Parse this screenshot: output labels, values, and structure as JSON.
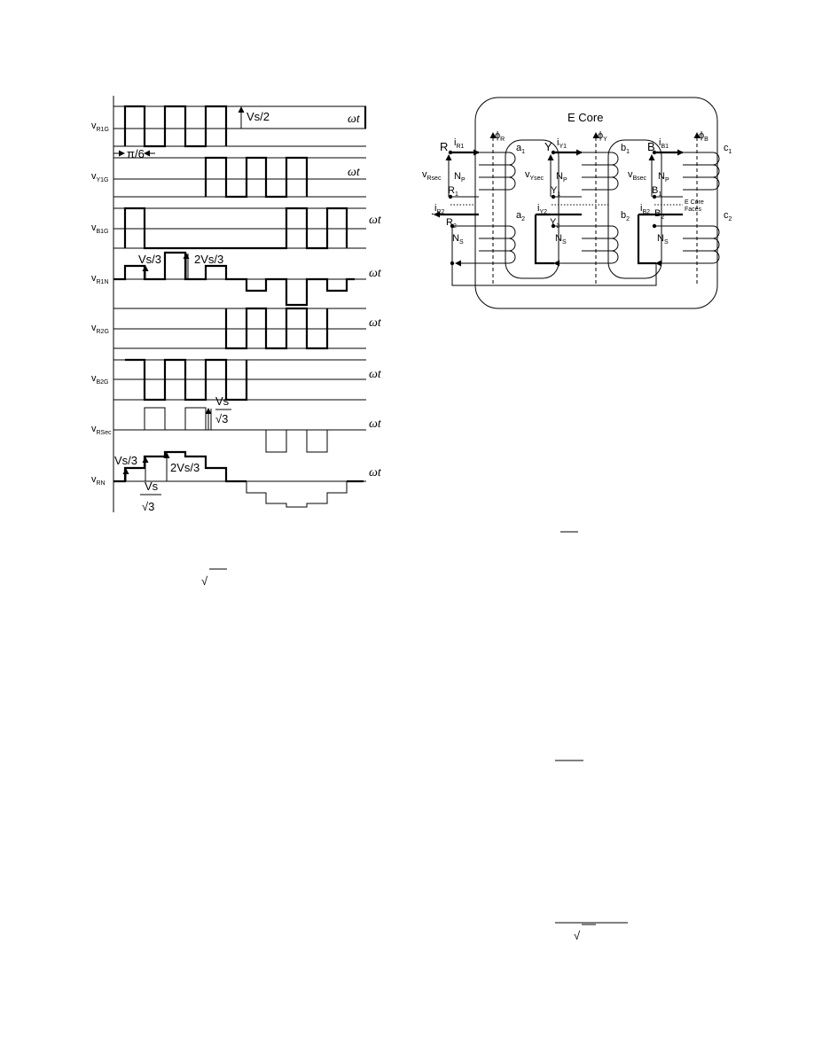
{
  "waveform_figure": {
    "omega_t": "ωt",
    "signals": [
      {
        "main": "v",
        "sub": "R1G"
      },
      {
        "main": "v",
        "sub": "Y1G"
      },
      {
        "main": "v",
        "sub": "B1G"
      },
      {
        "main": "v",
        "sub": "R1N"
      },
      {
        "main": "v",
        "sub": "R2G"
      },
      {
        "main": "v",
        "sub": "B2G"
      },
      {
        "main": "v",
        "sub": "RSec"
      },
      {
        "main": "v",
        "sub": "RN"
      }
    ],
    "annotations": {
      "vs_half": "Vs/2",
      "pi_six": "π/6",
      "vs_third": "Vs/3",
      "two_vs_third": "2Vs/3",
      "vs": "Vs",
      "sqrt3": "√3"
    }
  },
  "transformer_figure": {
    "title": "E Core",
    "core_faces": [
      "E Core",
      "Faces"
    ],
    "phases": [
      {
        "terminal": "R",
        "current_in": "i",
        "current_in_sub": "R1",
        "flux": "ϕ",
        "flux_sub": "R",
        "wind_top": "a",
        "wind_top_sub": "1",
        "vsec": "v",
        "vsec_sub": "Rsec",
        "np": "N",
        "np_sub": "P",
        "end": "R",
        "end_sub": "1",
        "current_out": "i",
        "current_out_sub": "R2",
        "t2": "R",
        "t2_sub": "2",
        "wind_bot": "a",
        "wind_bot_sub": "2",
        "ns": "N",
        "ns_sub": "S"
      },
      {
        "terminal": "Y",
        "current_in": "i",
        "current_in_sub": "Y1",
        "flux": "ϕ",
        "flux_sub": "Y",
        "wind_top": "b",
        "wind_top_sub": "1",
        "vsec": "v",
        "vsec_sub": "Ysec",
        "np": "N",
        "np_sub": "P",
        "end": "Y",
        "end_sub": "1",
        "current_out": "i",
        "current_out_sub": "Y2",
        "t2": "Y",
        "t2_sub": "2",
        "wind_bot": "b",
        "wind_bot_sub": "2",
        "ns": "N",
        "ns_sub": "S"
      },
      {
        "terminal": "B",
        "current_in": "i",
        "current_in_sub": "B1",
        "flux": "ϕ",
        "flux_sub": "B",
        "wind_top": "c",
        "wind_top_sub": "1",
        "vsec": "v",
        "vsec_sub": "Bsec",
        "np": "N",
        "np_sub": "P",
        "end": "B",
        "end_sub": "1",
        "current_out": "i",
        "current_out_sub": "B2",
        "t2": "B",
        "t2_sub": "2",
        "wind_bot": "c",
        "wind_bot_sub": "2",
        "ns": "N",
        "ns_sub": "S"
      }
    ]
  },
  "page_fragments": {
    "sqrt": "√"
  }
}
